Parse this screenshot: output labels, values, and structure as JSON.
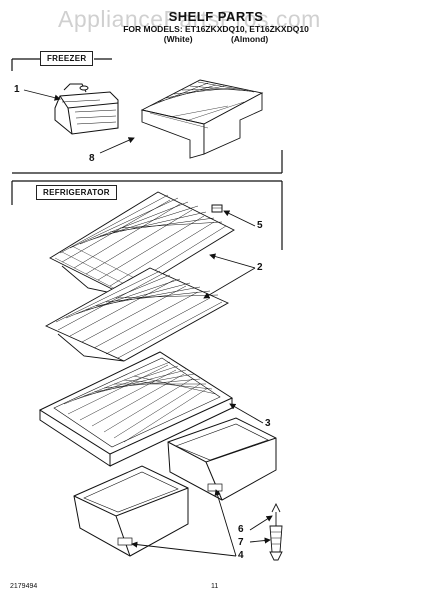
{
  "header": {
    "watermark": "AppliancePartsPros.com",
    "title": "SHELF PARTS",
    "subtitle": "FOR MODELS: ET16ZKXDQ10, ET16ZKXDQ10",
    "color_white": "(White)",
    "color_almond": "(Almond)"
  },
  "sections": {
    "freezer": "FREEZER",
    "refrigerator": "REFRIGERATOR"
  },
  "callouts": [
    "1",
    "8",
    "5",
    "2",
    "3",
    "6",
    "7",
    "4"
  ],
  "footer": {
    "part_number": "2179494",
    "page": "11"
  }
}
